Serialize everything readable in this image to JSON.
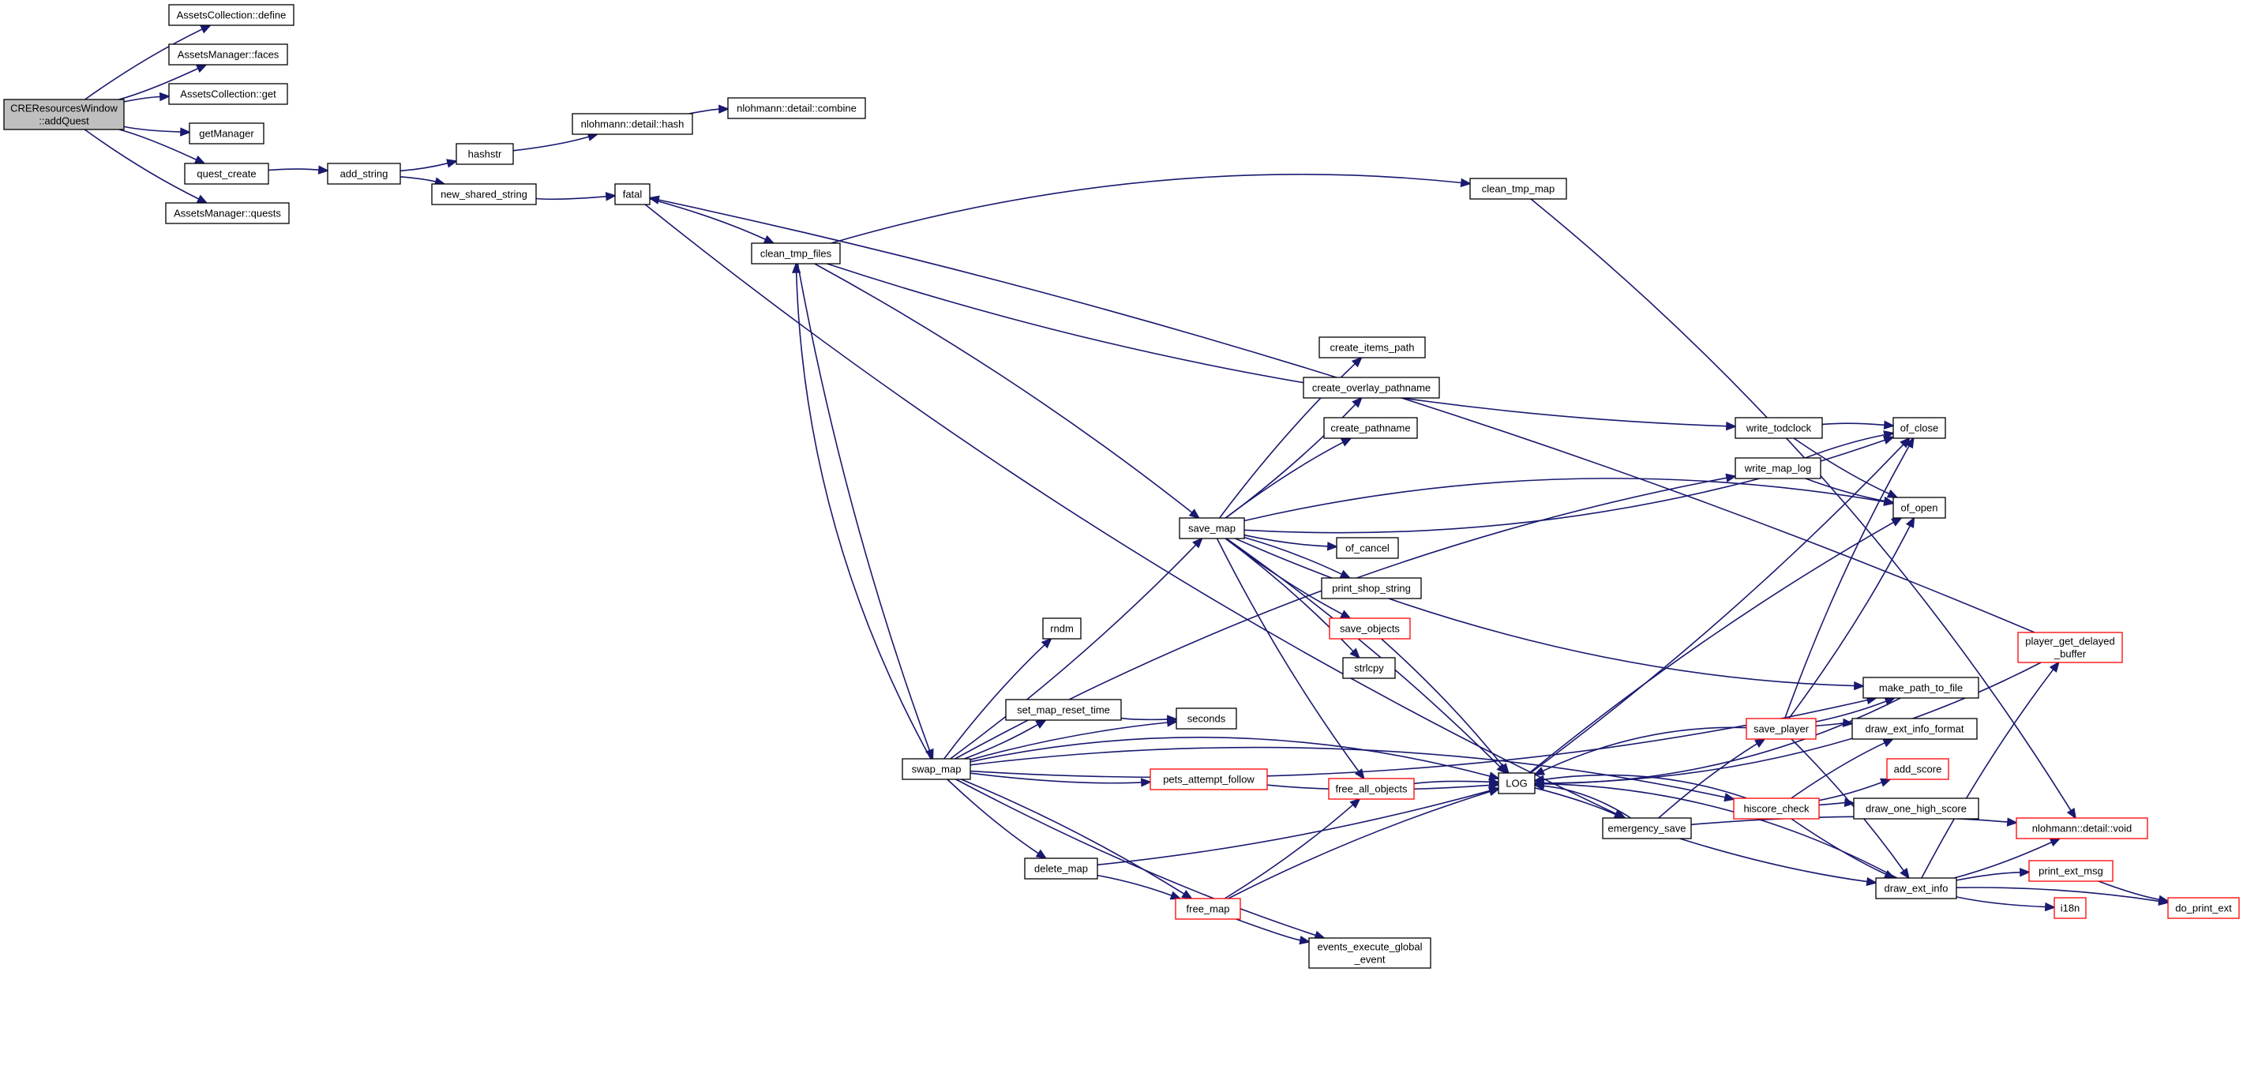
{
  "colors": {
    "edge": "#191970",
    "node_border": "#000000",
    "node_border_truncated": "#ff0000",
    "root_fill": "#bfbfbf",
    "node_fill": "#ffffff",
    "background": "#ffffff"
  },
  "nodes": [
    {
      "id": "root",
      "lines": [
        "CREResourcesWindow",
        "::addQuest"
      ],
      "style": "root"
    },
    {
      "id": "ac_define",
      "lines": [
        "AssetsCollection::define"
      ],
      "style": "normal"
    },
    {
      "id": "am_faces",
      "lines": [
        "AssetsManager::faces"
      ],
      "style": "normal"
    },
    {
      "id": "ac_get",
      "lines": [
        "AssetsCollection::get"
      ],
      "style": "normal"
    },
    {
      "id": "getManager",
      "lines": [
        "getManager"
      ],
      "style": "normal"
    },
    {
      "id": "quest_create",
      "lines": [
        "quest_create"
      ],
      "style": "normal"
    },
    {
      "id": "am_quests",
      "lines": [
        "AssetsManager::quests"
      ],
      "style": "normal"
    },
    {
      "id": "add_string",
      "lines": [
        "add_string"
      ],
      "style": "normal"
    },
    {
      "id": "hashstr",
      "lines": [
        "hashstr"
      ],
      "style": "normal"
    },
    {
      "id": "nl_hash",
      "lines": [
        "nlohmann::detail::hash"
      ],
      "style": "normal"
    },
    {
      "id": "nl_combine",
      "lines": [
        "nlohmann::detail::combine"
      ],
      "style": "normal"
    },
    {
      "id": "new_shared_string",
      "lines": [
        "new_shared_string"
      ],
      "style": "normal"
    },
    {
      "id": "fatal",
      "lines": [
        "fatal"
      ],
      "style": "normal"
    },
    {
      "id": "clean_tmp_map",
      "lines": [
        "clean_tmp_map"
      ],
      "style": "normal"
    },
    {
      "id": "clean_tmp_files",
      "lines": [
        "clean_tmp_files"
      ],
      "style": "normal"
    },
    {
      "id": "create_items_path",
      "lines": [
        "create_items_path"
      ],
      "style": "normal"
    },
    {
      "id": "create_overlay_pathname",
      "lines": [
        "create_overlay_pathname"
      ],
      "style": "normal"
    },
    {
      "id": "create_pathname",
      "lines": [
        "create_pathname"
      ],
      "style": "normal"
    },
    {
      "id": "write_todclock",
      "lines": [
        "write_todclock"
      ],
      "style": "normal"
    },
    {
      "id": "of_close",
      "lines": [
        "of_close"
      ],
      "style": "normal"
    },
    {
      "id": "write_map_log",
      "lines": [
        "write_map_log"
      ],
      "style": "normal"
    },
    {
      "id": "of_open",
      "lines": [
        "of_open"
      ],
      "style": "normal"
    },
    {
      "id": "save_map",
      "lines": [
        "save_map"
      ],
      "style": "normal"
    },
    {
      "id": "of_cancel",
      "lines": [
        "of_cancel"
      ],
      "style": "normal"
    },
    {
      "id": "print_shop_string",
      "lines": [
        "print_shop_string"
      ],
      "style": "normal"
    },
    {
      "id": "save_objects",
      "lines": [
        "save_objects"
      ],
      "style": "truncated"
    },
    {
      "id": "rndm",
      "lines": [
        "rndm"
      ],
      "style": "normal"
    },
    {
      "id": "strlcpy",
      "lines": [
        "strlcpy"
      ],
      "style": "normal"
    },
    {
      "id": "player_get_delayed_buffer",
      "lines": [
        "player_get_delayed",
        "_buffer"
      ],
      "style": "truncated"
    },
    {
      "id": "make_path_to_file",
      "lines": [
        "make_path_to_file"
      ],
      "style": "normal"
    },
    {
      "id": "set_map_reset_time",
      "lines": [
        "set_map_reset_time"
      ],
      "style": "normal"
    },
    {
      "id": "seconds",
      "lines": [
        "seconds"
      ],
      "style": "normal"
    },
    {
      "id": "save_player",
      "lines": [
        "save_player"
      ],
      "style": "truncated"
    },
    {
      "id": "draw_ext_info_format",
      "lines": [
        "draw_ext_info_format"
      ],
      "style": "normal"
    },
    {
      "id": "swap_map",
      "lines": [
        "swap_map"
      ],
      "style": "normal"
    },
    {
      "id": "pets_attempt_follow",
      "lines": [
        "pets_attempt_follow"
      ],
      "style": "truncated"
    },
    {
      "id": "add_score",
      "lines": [
        "add_score"
      ],
      "style": "truncated"
    },
    {
      "id": "free_all_objects",
      "lines": [
        "free_all_objects"
      ],
      "style": "truncated"
    },
    {
      "id": "LOG",
      "lines": [
        "LOG"
      ],
      "style": "normal"
    },
    {
      "id": "hiscore_check",
      "lines": [
        "hiscore_check"
      ],
      "style": "truncated"
    },
    {
      "id": "draw_one_high_score",
      "lines": [
        "draw_one_high_score"
      ],
      "style": "normal"
    },
    {
      "id": "emergency_save",
      "lines": [
        "emergency_save"
      ],
      "style": "normal"
    },
    {
      "id": "nl_void",
      "lines": [
        "nlohmann::detail::void"
      ],
      "style": "truncated"
    },
    {
      "id": "delete_map",
      "lines": [
        "delete_map"
      ],
      "style": "normal"
    },
    {
      "id": "draw_ext_info",
      "lines": [
        "draw_ext_info"
      ],
      "style": "normal"
    },
    {
      "id": "print_ext_msg",
      "lines": [
        "print_ext_msg"
      ],
      "style": "truncated"
    },
    {
      "id": "free_map",
      "lines": [
        "free_map"
      ],
      "style": "truncated"
    },
    {
      "id": "i18n",
      "lines": [
        "i18n"
      ],
      "style": "truncated"
    },
    {
      "id": "do_print_ext",
      "lines": [
        "do_print_ext"
      ],
      "style": "truncated"
    },
    {
      "id": "events_execute_global_event",
      "lines": [
        "events_execute_global",
        "_event"
      ],
      "style": "normal"
    }
  ],
  "edges": [
    [
      "root",
      "ac_define"
    ],
    [
      "root",
      "am_faces"
    ],
    [
      "root",
      "ac_get"
    ],
    [
      "root",
      "getManager"
    ],
    [
      "root",
      "quest_create"
    ],
    [
      "root",
      "am_quests"
    ],
    [
      "quest_create",
      "add_string"
    ],
    [
      "add_string",
      "hashstr"
    ],
    [
      "add_string",
      "new_shared_string"
    ],
    [
      "hashstr",
      "nl_hash"
    ],
    [
      "nl_hash",
      "nl_combine"
    ],
    [
      "new_shared_string",
      "fatal"
    ],
    [
      "fatal",
      "clean_tmp_files"
    ],
    [
      "fatal",
      "emergency_save"
    ],
    [
      "clean_tmp_files",
      "clean_tmp_map"
    ],
    [
      "clean_tmp_files",
      "write_todclock"
    ],
    [
      "clean_tmp_files",
      "save_map"
    ],
    [
      "clean_tmp_files",
      "swap_map"
    ],
    [
      "clean_tmp_map",
      "nl_void"
    ],
    [
      "player_get_delayed_buffer",
      "fatal"
    ],
    [
      "swap_map",
      "clean_tmp_files"
    ],
    [
      "swap_map",
      "save_map"
    ],
    [
      "swap_map",
      "rndm"
    ],
    [
      "swap_map",
      "set_map_reset_time"
    ],
    [
      "swap_map",
      "seconds"
    ],
    [
      "swap_map",
      "pets_attempt_follow"
    ],
    [
      "swap_map",
      "LOG"
    ],
    [
      "swap_map",
      "delete_map"
    ],
    [
      "swap_map",
      "free_map"
    ],
    [
      "swap_map",
      "events_execute_global_event"
    ],
    [
      "swap_map",
      "write_map_log"
    ],
    [
      "swap_map",
      "make_path_to_file"
    ],
    [
      "swap_map",
      "hiscore_check"
    ],
    [
      "set_map_reset_time",
      "seconds"
    ],
    [
      "save_map",
      "create_items_path"
    ],
    [
      "save_map",
      "create_overlay_pathname"
    ],
    [
      "save_map",
      "create_pathname"
    ],
    [
      "save_map",
      "of_close"
    ],
    [
      "save_map",
      "of_open"
    ],
    [
      "save_map",
      "of_cancel"
    ],
    [
      "save_map",
      "print_shop_string"
    ],
    [
      "save_map",
      "save_objects"
    ],
    [
      "save_map",
      "strlcpy"
    ],
    [
      "save_map",
      "free_all_objects"
    ],
    [
      "save_map",
      "LOG"
    ],
    [
      "save_map",
      "make_path_to_file"
    ],
    [
      "save_objects",
      "LOG"
    ],
    [
      "pets_attempt_follow",
      "LOG"
    ],
    [
      "free_all_objects",
      "LOG"
    ],
    [
      "delete_map",
      "LOG"
    ],
    [
      "delete_map",
      "free_map"
    ],
    [
      "free_map",
      "free_all_objects"
    ],
    [
      "free_map",
      "LOG"
    ],
    [
      "free_map",
      "events_execute_global_event"
    ],
    [
      "write_todclock",
      "of_close"
    ],
    [
      "write_todclock",
      "of_open"
    ],
    [
      "write_map_log",
      "of_close"
    ],
    [
      "write_map_log",
      "of_open"
    ],
    [
      "make_path_to_file",
      "LOG"
    ],
    [
      "emergency_save",
      "LOG"
    ],
    [
      "emergency_save",
      "save_player"
    ],
    [
      "emergency_save",
      "draw_ext_info"
    ],
    [
      "emergency_save",
      "nl_void"
    ],
    [
      "save_player",
      "LOG"
    ],
    [
      "save_player",
      "of_close"
    ],
    [
      "save_player",
      "of_open"
    ],
    [
      "save_player",
      "draw_ext_info_format"
    ],
    [
      "save_player",
      "make_path_to_file"
    ],
    [
      "save_player",
      "draw_ext_info"
    ],
    [
      "hiscore_check",
      "LOG"
    ],
    [
      "hiscore_check",
      "draw_ext_info_format"
    ],
    [
      "hiscore_check",
      "add_score"
    ],
    [
      "hiscore_check",
      "draw_one_high_score"
    ],
    [
      "hiscore_check",
      "draw_ext_info"
    ],
    [
      "LOG",
      "of_open"
    ],
    [
      "LOG",
      "of_close"
    ],
    [
      "LOG",
      "emergency_save"
    ],
    [
      "draw_ext_info",
      "LOG"
    ],
    [
      "draw_ext_info",
      "player_get_delayed_buffer"
    ],
    [
      "draw_ext_info",
      "nl_void"
    ],
    [
      "draw_ext_info",
      "print_ext_msg"
    ],
    [
      "draw_ext_info",
      "i18n"
    ],
    [
      "draw_ext_info",
      "do_print_ext"
    ],
    [
      "print_ext_msg",
      "do_print_ext"
    ],
    [
      "player_get_delayed_buffer",
      "LOG"
    ]
  ]
}
